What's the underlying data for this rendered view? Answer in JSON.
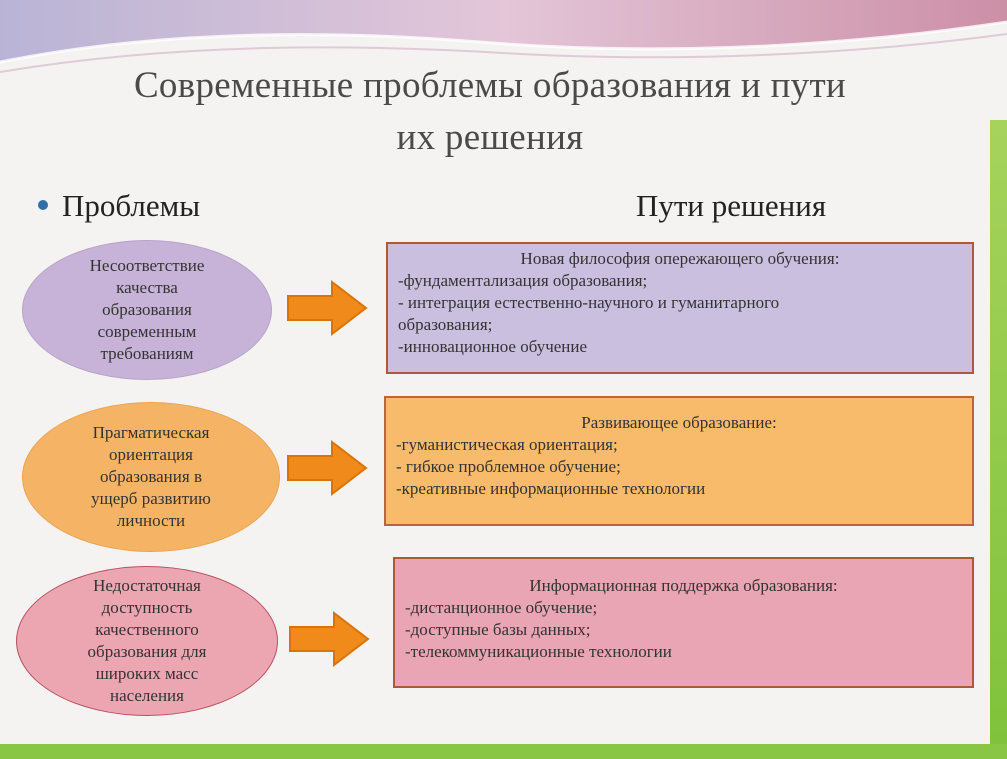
{
  "title": {
    "line1": "Современные проблемы образования и пути",
    "line2": "их решения"
  },
  "headings": {
    "problems": "Проблемы",
    "solutions": "Пути решения"
  },
  "colors": {
    "problem1": "#c7b3d7",
    "problem2": "#f5b465",
    "problem3": "#eca6b2",
    "arrow": "#ef8a1b",
    "bullet": "#2f6fa8"
  },
  "rows": [
    {
      "problem": [
        "Несоответствие",
        "качества",
        "образования",
        "современным",
        "требованиям"
      ],
      "solution": {
        "head": "Новая философия опережающего обучения:",
        "items": [
          "-фундаментализация образования;",
          "- интеграция естественно-научного и гуманитарного",
          "образования;",
          "-инновационное обучение"
        ]
      }
    },
    {
      "problem": [
        "Прагматическая",
        "ориентация",
        "образования в",
        "ущерб развитию",
        "личности"
      ],
      "solution": {
        "head": "Развивающее образование:",
        "items": [
          "-гуманистическая ориентация;",
          "- гибкое проблемное обучение;",
          "-креативные информационные технологии"
        ]
      }
    },
    {
      "problem": [
        "Недостаточная",
        "доступность",
        "качественного",
        "образования для",
        "широких масс",
        "населения"
      ],
      "solution": {
        "head": "Информационная поддержка образования:",
        "items": [
          "-дистанционное обучение;",
          "-доступные базы данных;",
          "-телекоммуникационные технологии"
        ]
      }
    }
  ]
}
